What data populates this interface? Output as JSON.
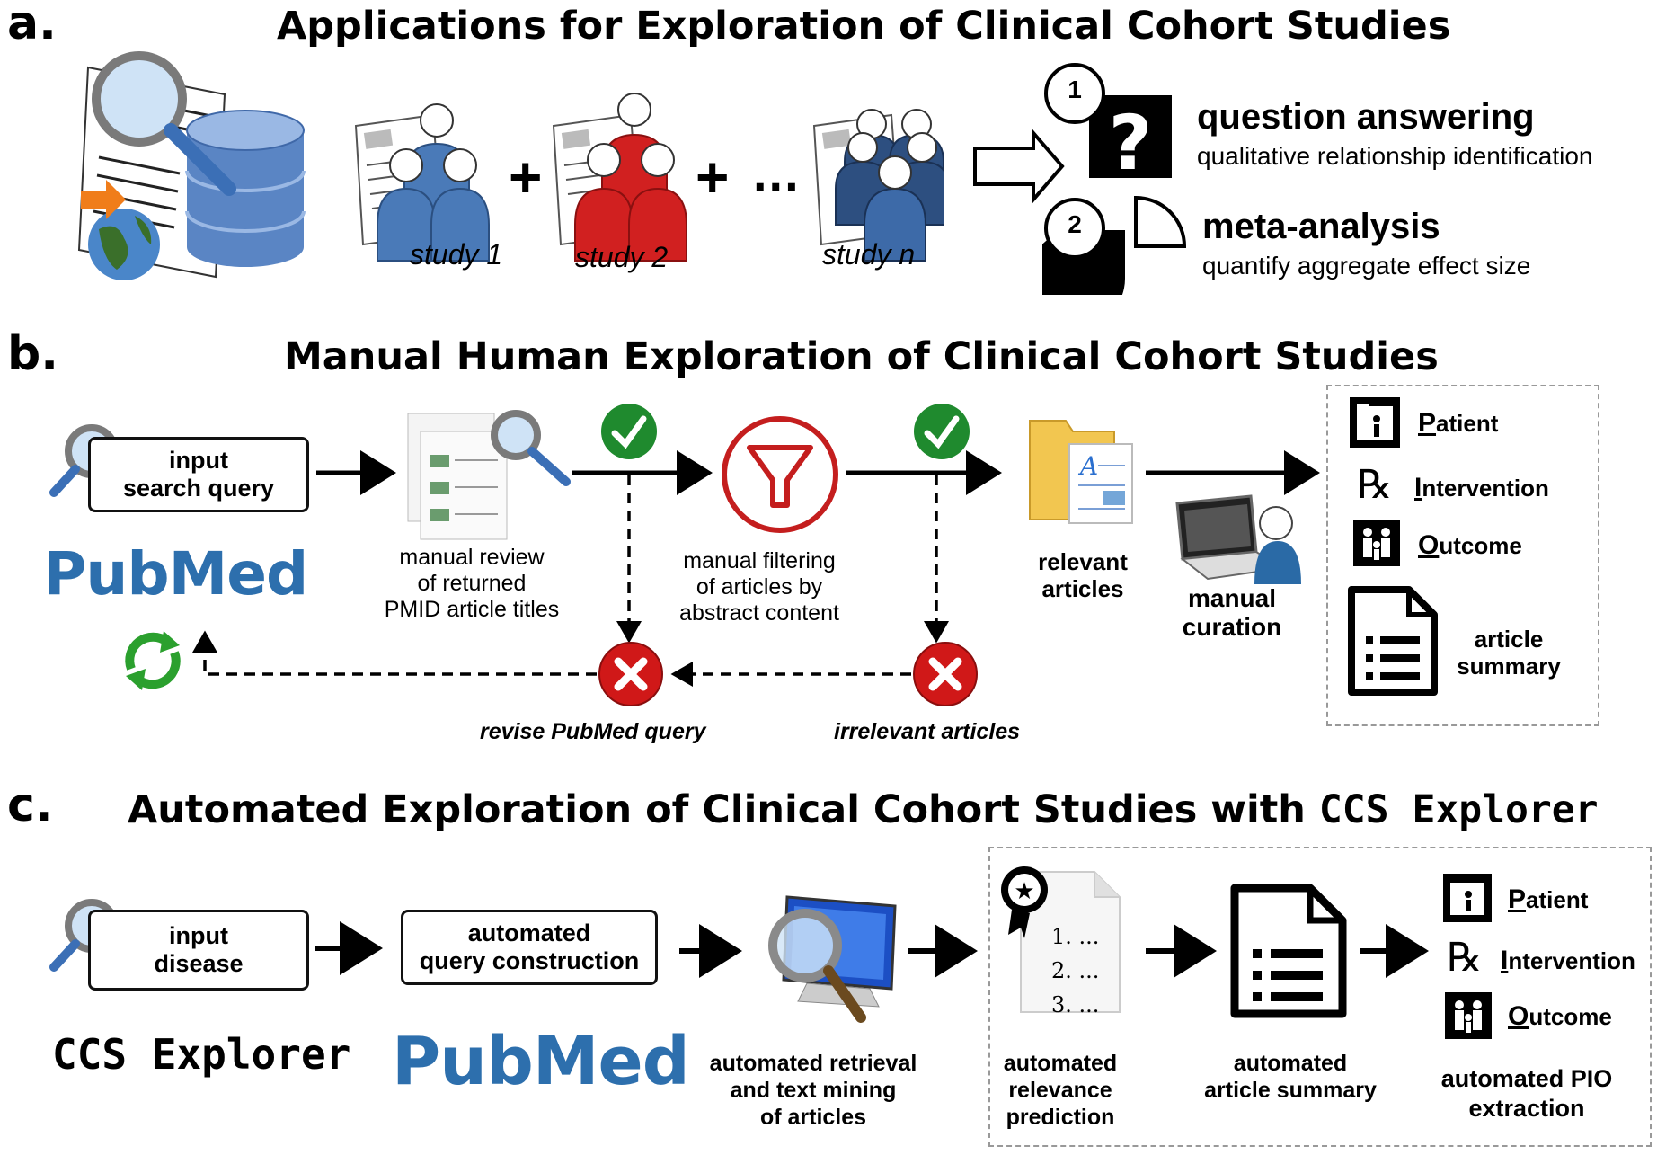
{
  "panel_a": {
    "letter": "a.",
    "title": "Applications for Exploration of Clinical Cohort Studies",
    "studies": [
      "study 1",
      "study 2",
      "study n"
    ],
    "plus": "+",
    "ellipsis": "...",
    "outcomes": [
      {
        "number": "1",
        "title": "question answering",
        "subtitle": "qualitative relationship identification"
      },
      {
        "number": "2",
        "title": "meta-analysis",
        "subtitle": "quantify aggregate effect size"
      }
    ]
  },
  "panel_b": {
    "letter": "b.",
    "title": "Manual Human Exploration of Clinical Cohort Studies",
    "input_box": "input\nsearch query",
    "pubmed_logo": "PubMed",
    "review_label": "manual review\nof returned\nPMID article titles",
    "filter_label": "manual filtering\nof articles by\nabstract content",
    "relevant_label": "relevant\narticles",
    "curation_label": "manual\ncuration",
    "revise_label": "revise PubMed query",
    "irrelevant_label": "irrelevant articles",
    "pio": [
      {
        "initial": "P",
        "rest": "atient"
      },
      {
        "initial": "I",
        "rest": "ntervention"
      },
      {
        "initial": "O",
        "rest": "utcome"
      }
    ],
    "summary_label": "article\nsummary"
  },
  "panel_c": {
    "letter": "c.",
    "title_prefix": "Automated Exploration of Clinical Cohort Studies with",
    "title_tool": "CCS Explorer",
    "input_box": "input\ndisease",
    "query_box": "automated\nquery construction",
    "ccs_logo": "CCS Explorer",
    "pubmed_logo": "PubMed",
    "retrieval_label": "automated retrieval\nand text mining\nof articles",
    "ranked_list": [
      "1. ...",
      "2. ...",
      "3. ..."
    ],
    "relevance_label": "automated\nrelevance\nprediction",
    "summary_label": "automated\narticle summary",
    "pio": [
      {
        "initial": "P",
        "rest": "atient"
      },
      {
        "initial": "I",
        "rest": "ntervention"
      },
      {
        "initial": "O",
        "rest": "utcome"
      }
    ],
    "pio_label": "automated PIO\nextraction"
  },
  "colors": {
    "people_blue": "#4a7ab8",
    "people_red": "#d12020",
    "people_navy": "#2d4f80",
    "check_green": "#1f8a2e",
    "cross_red": "#d01818",
    "pubmed_blue": "#2d6fad",
    "frame_gray": "#999999"
  },
  "icons": [
    "magnifier-icon",
    "database-icon",
    "globe-icon",
    "question-icon",
    "pie-chart-icon",
    "checkmark-icon",
    "funnel-icon",
    "cross-icon",
    "folder-icon",
    "laptop-user-icon",
    "refresh-icon",
    "patient-icon",
    "rx-icon",
    "family-icon",
    "document-list-icon",
    "award-document-icon",
    "monitor-magnifier-icon"
  ]
}
